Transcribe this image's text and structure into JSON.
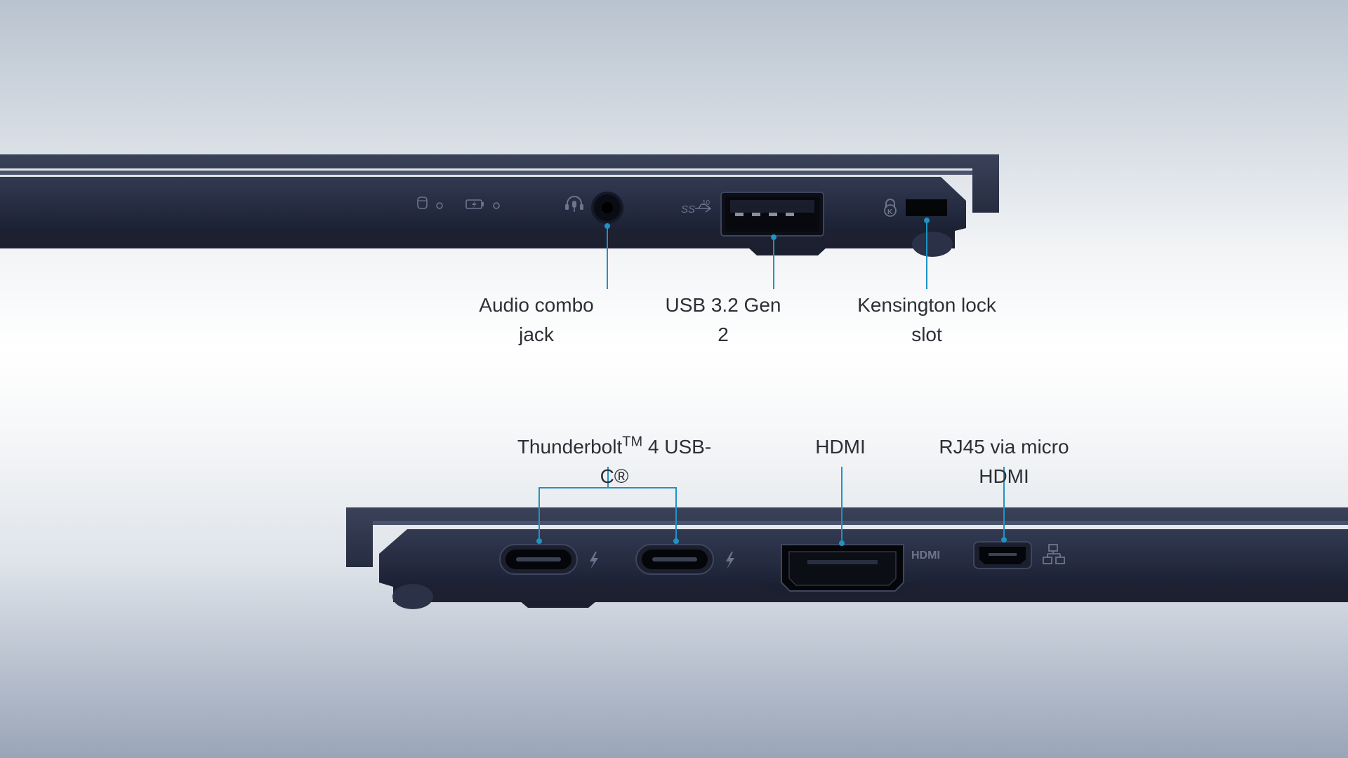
{
  "colors": {
    "chassis": "#24293d",
    "chassis_light": "#3a4158",
    "port_black": "#0c0e16",
    "callout_line": "#1f93c4",
    "label_text": "#2c2f36"
  },
  "right_side_view": {
    "port_icons": [
      "drive-activity-icon",
      "battery-charging-icon",
      "headset-icon",
      "usb-superspeed-10-icon",
      "kensington-lock-icon"
    ],
    "usb_icon_text": "SS",
    "usb_icon_speed": "10",
    "lock_icon_letter": "K",
    "callouts": [
      {
        "label": "Audio combo\njack"
      },
      {
        "label": "USB 3.2 Gen\n2"
      },
      {
        "label": "Kensington lock\nslot"
      }
    ]
  },
  "left_side_view": {
    "port_icons": [
      "thunderbolt-bolt-icon",
      "thunderbolt-bolt-icon",
      "network-icon"
    ],
    "hdmi_port_text": "HDMI",
    "callouts": [
      {
        "label_main": "Thunderbolt",
        "label_sup": "TM",
        "label_rest": " 4 USB-\nC®"
      },
      {
        "label": "HDMI"
      },
      {
        "label": "RJ45 via micro\nHDMI"
      }
    ]
  }
}
